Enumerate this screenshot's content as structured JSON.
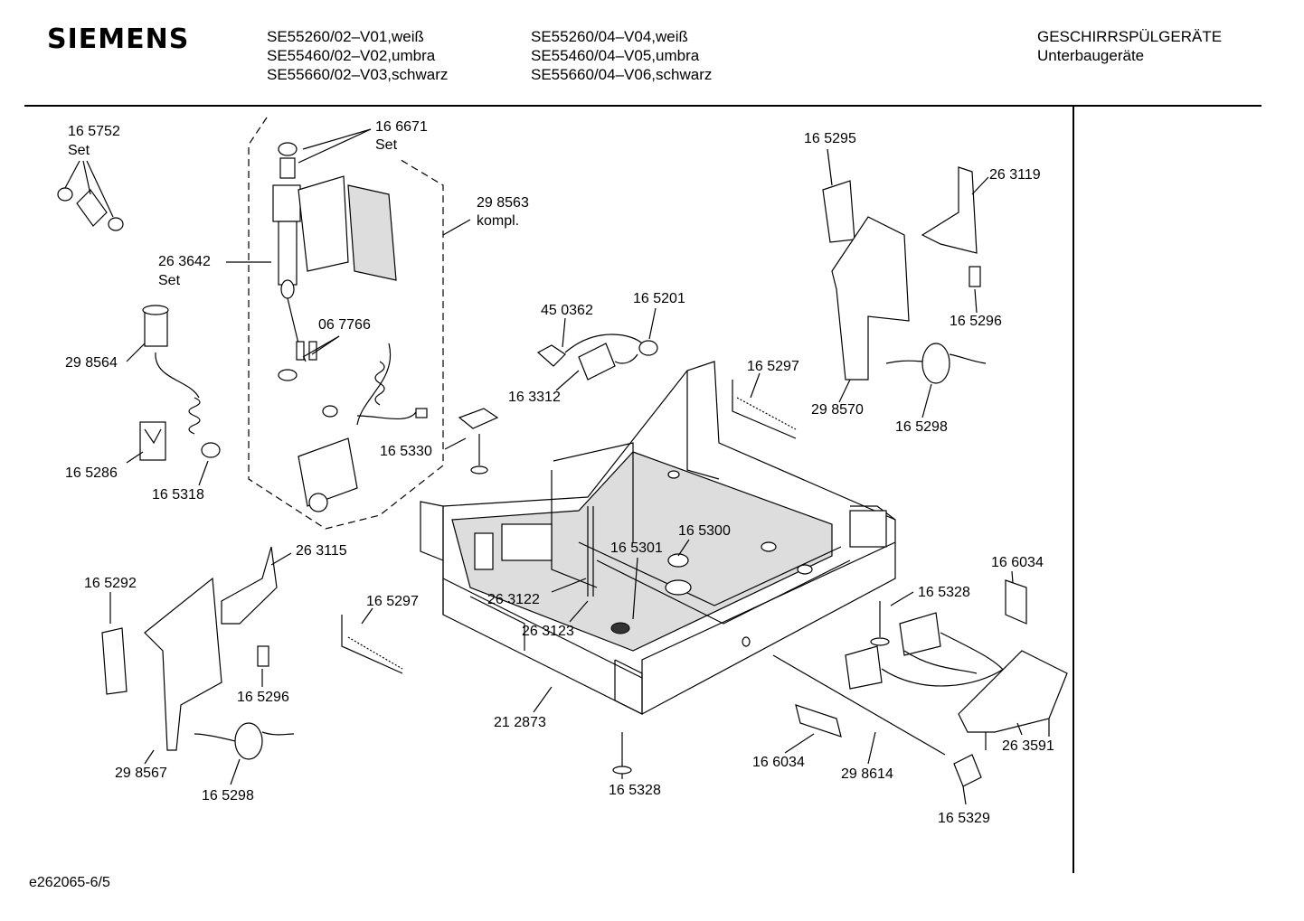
{
  "header": {
    "brand": "SIEMENS",
    "models_col1": [
      "SE55260/02–V01,weiß",
      "SE55460/02–V02,umbra",
      "SE55660/02–V03,schwarz"
    ],
    "models_col2": [
      "SE55260/04–V04,weiß",
      "SE55460/04–V05,umbra",
      "SE55660/04–V06,schwarz"
    ],
    "category_line1": "GESCHIRRSPÜLGERÄTE",
    "category_line2": "Unterbaugeräte"
  },
  "footer": {
    "code": "e262065-6/5"
  },
  "labels": [
    {
      "id": "p165752",
      "text": "16 5752"
    },
    {
      "id": "p165752s",
      "text": "Set"
    },
    {
      "id": "p166671",
      "text": "16 6671"
    },
    {
      "id": "p166671s",
      "text": "Set"
    },
    {
      "id": "p298563",
      "text": "29 8563"
    },
    {
      "id": "p298563k",
      "text": "kompl."
    },
    {
      "id": "p263642",
      "text": "26 3642"
    },
    {
      "id": "p263642s",
      "text": "Set"
    },
    {
      "id": "p067766",
      "text": "06 7766"
    },
    {
      "id": "p298564",
      "text": "29 8564"
    },
    {
      "id": "p165286",
      "text": "16 5286"
    },
    {
      "id": "p165318",
      "text": "16 5318"
    },
    {
      "id": "p450362",
      "text": "45 0362"
    },
    {
      "id": "p165201",
      "text": "16 5201"
    },
    {
      "id": "p163312",
      "text": "16 3312"
    },
    {
      "id": "p165330",
      "text": "16 5330"
    },
    {
      "id": "p165295",
      "text": "16 5295"
    },
    {
      "id": "p263119",
      "text": "26 3119"
    },
    {
      "id": "p165296a",
      "text": "16 5296"
    },
    {
      "id": "p165297a",
      "text": "16 5297"
    },
    {
      "id": "p298570",
      "text": "29 8570"
    },
    {
      "id": "p165298a",
      "text": "16 5298"
    },
    {
      "id": "p263115",
      "text": "26 3115"
    },
    {
      "id": "p165292",
      "text": "16 5292"
    },
    {
      "id": "p165297b",
      "text": "16 5297"
    },
    {
      "id": "p165300",
      "text": "16 5300"
    },
    {
      "id": "p165301",
      "text": "16 5301"
    },
    {
      "id": "p263122",
      "text": "26 3122"
    },
    {
      "id": "p263123",
      "text": "26 3123"
    },
    {
      "id": "p166034a",
      "text": "16 6034"
    },
    {
      "id": "p165328a",
      "text": "16 5328"
    },
    {
      "id": "p165296b",
      "text": "16 5296"
    },
    {
      "id": "p298567",
      "text": "29 8567"
    },
    {
      "id": "p165298b",
      "text": "16 5298"
    },
    {
      "id": "p212873",
      "text": "21 2873"
    },
    {
      "id": "p165328b",
      "text": "16 5328"
    },
    {
      "id": "p166034b",
      "text": "16 6034"
    },
    {
      "id": "p298614",
      "text": "29 8614"
    },
    {
      "id": "p263591",
      "text": "26 3591"
    },
    {
      "id": "p165329",
      "text": "16 5329"
    }
  ]
}
